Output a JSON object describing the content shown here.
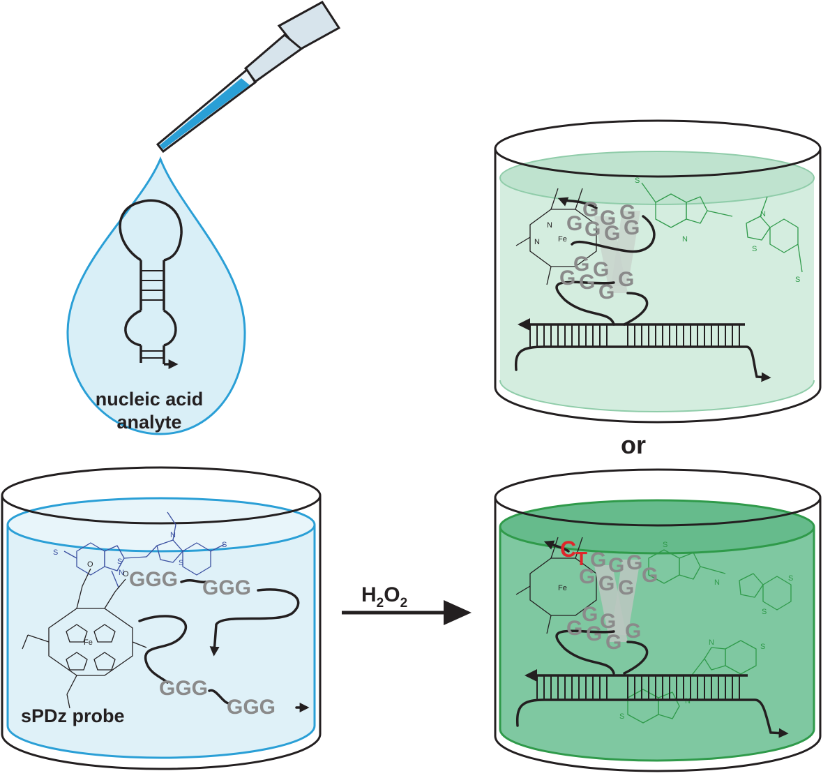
{
  "labels": {
    "droplet": [
      "nucleic acid",
      "analyte"
    ],
    "probe": "sPDz probe",
    "reagent": "H",
    "reagent_sub1": "2",
    "reagent_mid": "O",
    "reagent_sub2": "2",
    "or": "or",
    "g_triplet": "GGG",
    "g_single": "G",
    "mut_c": "C",
    "mut_t": "T"
  },
  "atoms": {
    "fe": "Fe",
    "n": "N",
    "s": "S",
    "o": "O"
  },
  "colors": {
    "outline": "#231f20",
    "probe_solution": "#dff1f8",
    "probe_rim": "#2a9fd6",
    "droplet_fill": "#d9eff7",
    "light_green": "#d4eddf",
    "light_green_top": "#bfe3cf",
    "dark_green": "#7fc8a1",
    "dark_green_top": "#66bb8c",
    "dye_blue": "#3a4fa0",
    "dye_green": "#2f9a4a",
    "guanine_gray": "#8a8a8a",
    "mutation_red": "#e0262b"
  }
}
